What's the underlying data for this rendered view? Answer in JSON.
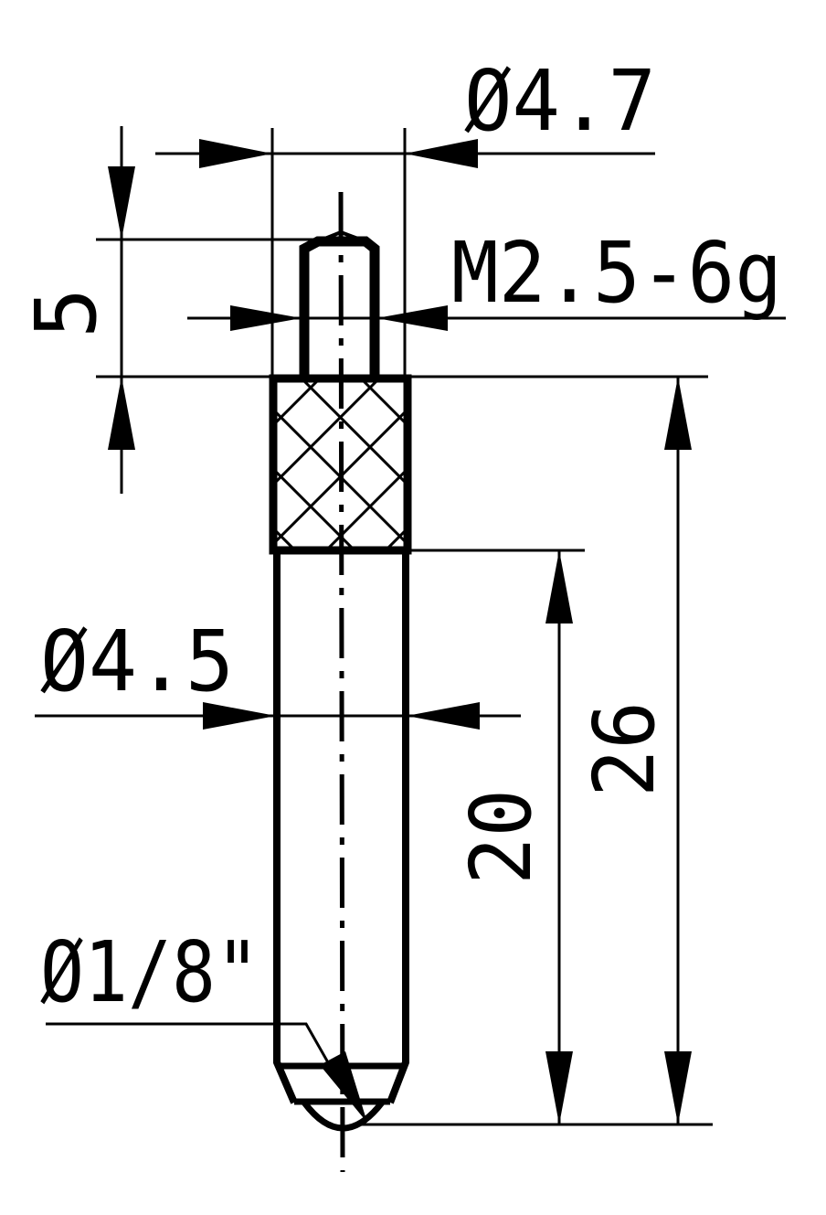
{
  "drawing": {
    "dimensions": {
      "head_diameter": "Ø4.7",
      "thread": "M2.5-6g",
      "thread_length": "5",
      "shaft_diameter": "Ø4.5",
      "shaft_length": "20",
      "total_length": "26",
      "ball_diameter": "Ø1/8\""
    },
    "colors": {
      "line": "#000000",
      "background": "#ffffff"
    }
  }
}
